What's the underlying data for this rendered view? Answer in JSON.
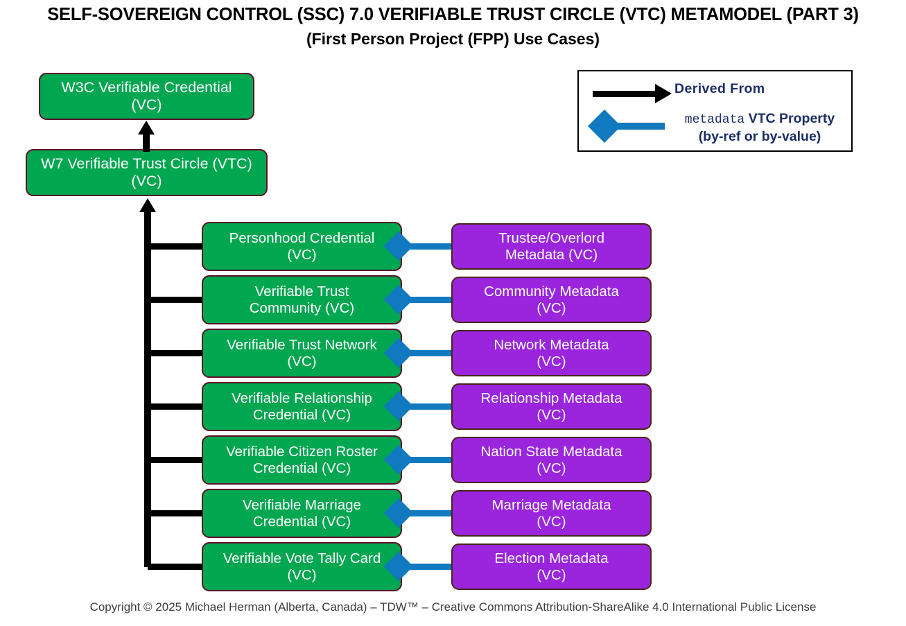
{
  "title": {
    "line1": "SELF-SOVEREIGN CONTROL (SSC) 7.0 VERIFIABLE TRUST CIRCLE (VTC) METAMODEL (PART 3)",
    "line2": "(First Person Project (FPP) Use Cases)"
  },
  "legend": {
    "derived_from": "Derived From",
    "property_mono": "metadata",
    "property_bold": " VTC Property",
    "property_sub": "(by-ref or by-value)"
  },
  "top_nodes": [
    {
      "label": "W3C Verifiable Credential\n(VC)",
      "line1": "W3C Verifiable Credential",
      "line2": "(VC)"
    },
    {
      "label": "W7 Verifiable Trust Circle (VTC)\n(VC)",
      "line1": "W7 Verifiable Trust Circle (VTC)",
      "line2": "(VC)"
    }
  ],
  "rows": [
    {
      "credential_l1": "Personhood Credential",
      "credential_l2": "(VC)",
      "metadata_l1": "Trustee/Overlord",
      "metadata_l2": "Metadata (VC)"
    },
    {
      "credential_l1": "Verifiable Trust",
      "credential_l2": "Community (VC)",
      "metadata_l1": "Community Metadata",
      "metadata_l2": "(VC)"
    },
    {
      "credential_l1": "Verifiable Trust Network",
      "credential_l2": "(VC)",
      "metadata_l1": "Network Metadata",
      "metadata_l2": "(VC)"
    },
    {
      "credential_l1": "Verifiable Relationship",
      "credential_l2": "Credential (VC)",
      "metadata_l1": "Relationship Metadata",
      "metadata_l2": "(VC)"
    },
    {
      "credential_l1": "Verifiable Citizen Roster",
      "credential_l2": "Credential (VC)",
      "metadata_l1": "Nation State Metadata",
      "metadata_l2": "(VC)"
    },
    {
      "credential_l1": "Verifiable Marriage",
      "credential_l2": "Credential (VC)",
      "metadata_l1": "Marriage Metadata",
      "metadata_l2": "(VC)"
    },
    {
      "credential_l1": "Verifiable Vote Tally Card",
      "credential_l2": "(VC)",
      "metadata_l1": "Election Metadata",
      "metadata_l2": "(VC)"
    }
  ],
  "footer": "Copyright © 2025 Michael Herman (Alberta, Canada) – TDW™ – Creative Commons Attribution-ShareAlike 4.0 International Public License",
  "colors": {
    "credential_green": "#00a650",
    "metadata_purple": "#9a25dd",
    "green_border": "#5c1026",
    "purple_border": "#4a2617",
    "property_blue": "#1179bf",
    "legend_text_navy": "#1b2f66",
    "connector_black": "#000000",
    "footer_gray": "#3f3f3f"
  }
}
